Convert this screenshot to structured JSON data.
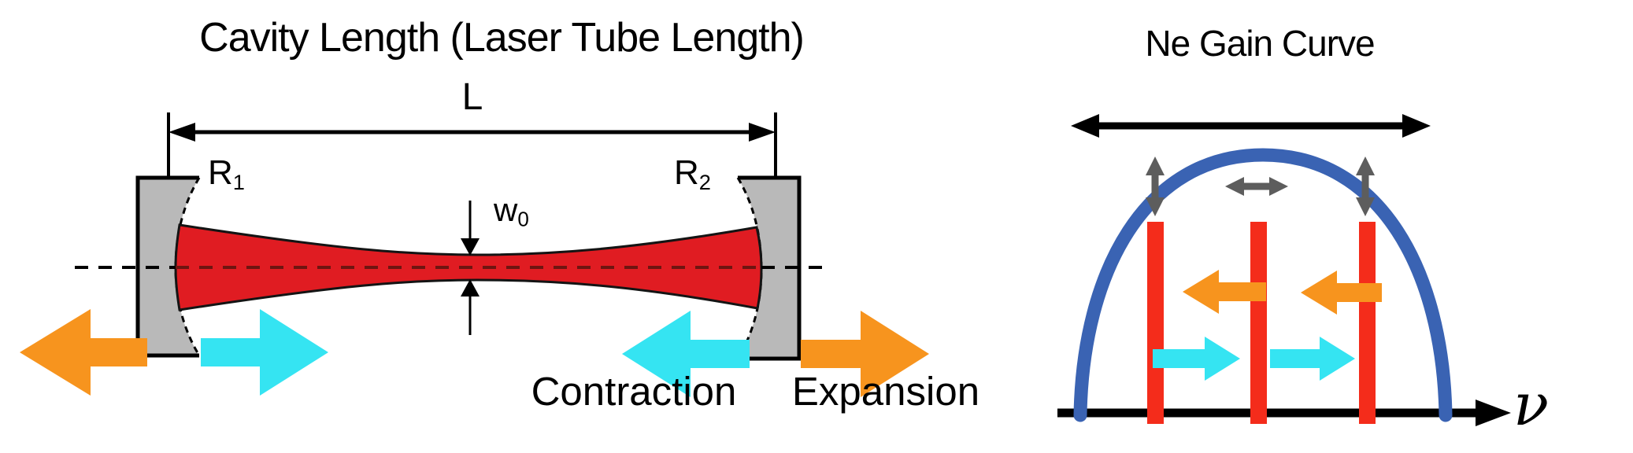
{
  "colors": {
    "bg": "#ffffff",
    "black": "#000000",
    "beam_red": "#e01c22",
    "mode_red": "#f42c1b",
    "mirror_gray": "#b9b9b9",
    "orange": "#f7941e",
    "cyan": "#35e4f2",
    "blue": "#3a63b3",
    "gray_arrow": "#5d5d5d",
    "dash_on_beam": "#6e1511"
  },
  "left_panel": {
    "title": "Cavity Length (Laser Tube Length)",
    "length_label": "L",
    "mirror1": {
      "base": "R",
      "sub": "1"
    },
    "mirror2": {
      "base": "R",
      "sub": "2"
    },
    "waist": {
      "base": "w",
      "sub": "0"
    },
    "contraction_label": "Contraction",
    "expansion_label": "Expansion",
    "icons": [
      "expansion-arrow-left-orange",
      "contraction-arrow-right-cyan",
      "contraction-arrow-left-cyan",
      "expansion-arrow-right-orange",
      "length-dimension-arrow",
      "waist-dimension-arrows",
      "concave-mirror-left",
      "concave-mirror-right",
      "laser-beam",
      "optical-axis-dashed-line"
    ]
  },
  "right_panel": {
    "title": "Ne Gain Curve",
    "axis_label": "ν",
    "icons": [
      "gain-bandwidth-double-arrow",
      "gain-curve",
      "mode-shift-vertical-double-arrow-left",
      "mode-shift-vertical-double-arrow-right",
      "mode-shift-horizontal-double-arrow",
      "longitudinal-mode-line-1",
      "longitudinal-mode-line-2",
      "longitudinal-mode-line-3",
      "mode-drift-arrow-left-orange-1",
      "mode-drift-arrow-left-orange-2",
      "mode-drift-arrow-right-cyan-1",
      "mode-drift-arrow-right-cyan-2",
      "frequency-axis"
    ]
  }
}
